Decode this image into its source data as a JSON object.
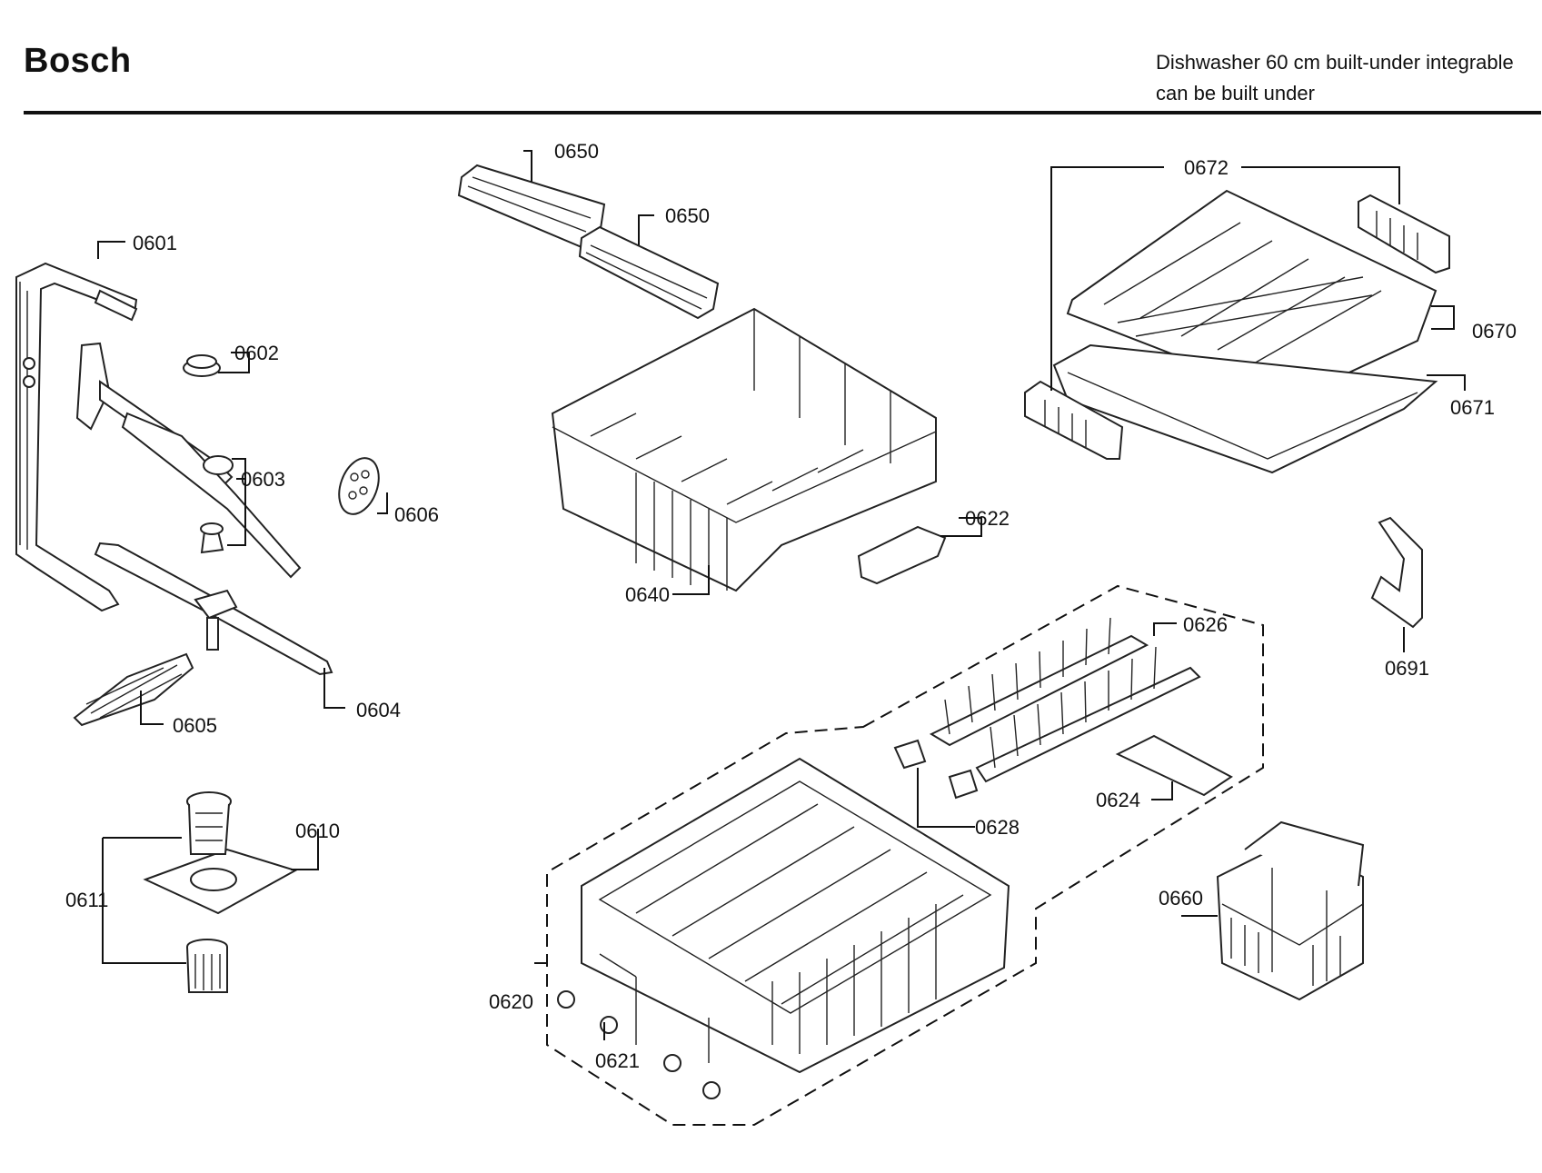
{
  "header": {
    "brand": "Bosch",
    "title_line1": "Dishwasher 60 cm built-under integrable",
    "title_line2": "can be built under"
  },
  "callouts": {
    "p0601": "0601",
    "p0602": "0602",
    "p0603": "0603",
    "p0604": "0604",
    "p0605": "0605",
    "p0606": "0606",
    "p0610": "0610",
    "p0611": "0611",
    "p0620": "0620",
    "p0621": "0621",
    "p0622": "0622",
    "p0624": "0624",
    "p0626": "0626",
    "p0628": "0628",
    "p0640": "0640",
    "p0650a": "0650",
    "p0650b": "0650",
    "p0660": "0660",
    "p0670": "0670",
    "p0671": "0671",
    "p0672": "0672",
    "p0691": "0691"
  }
}
